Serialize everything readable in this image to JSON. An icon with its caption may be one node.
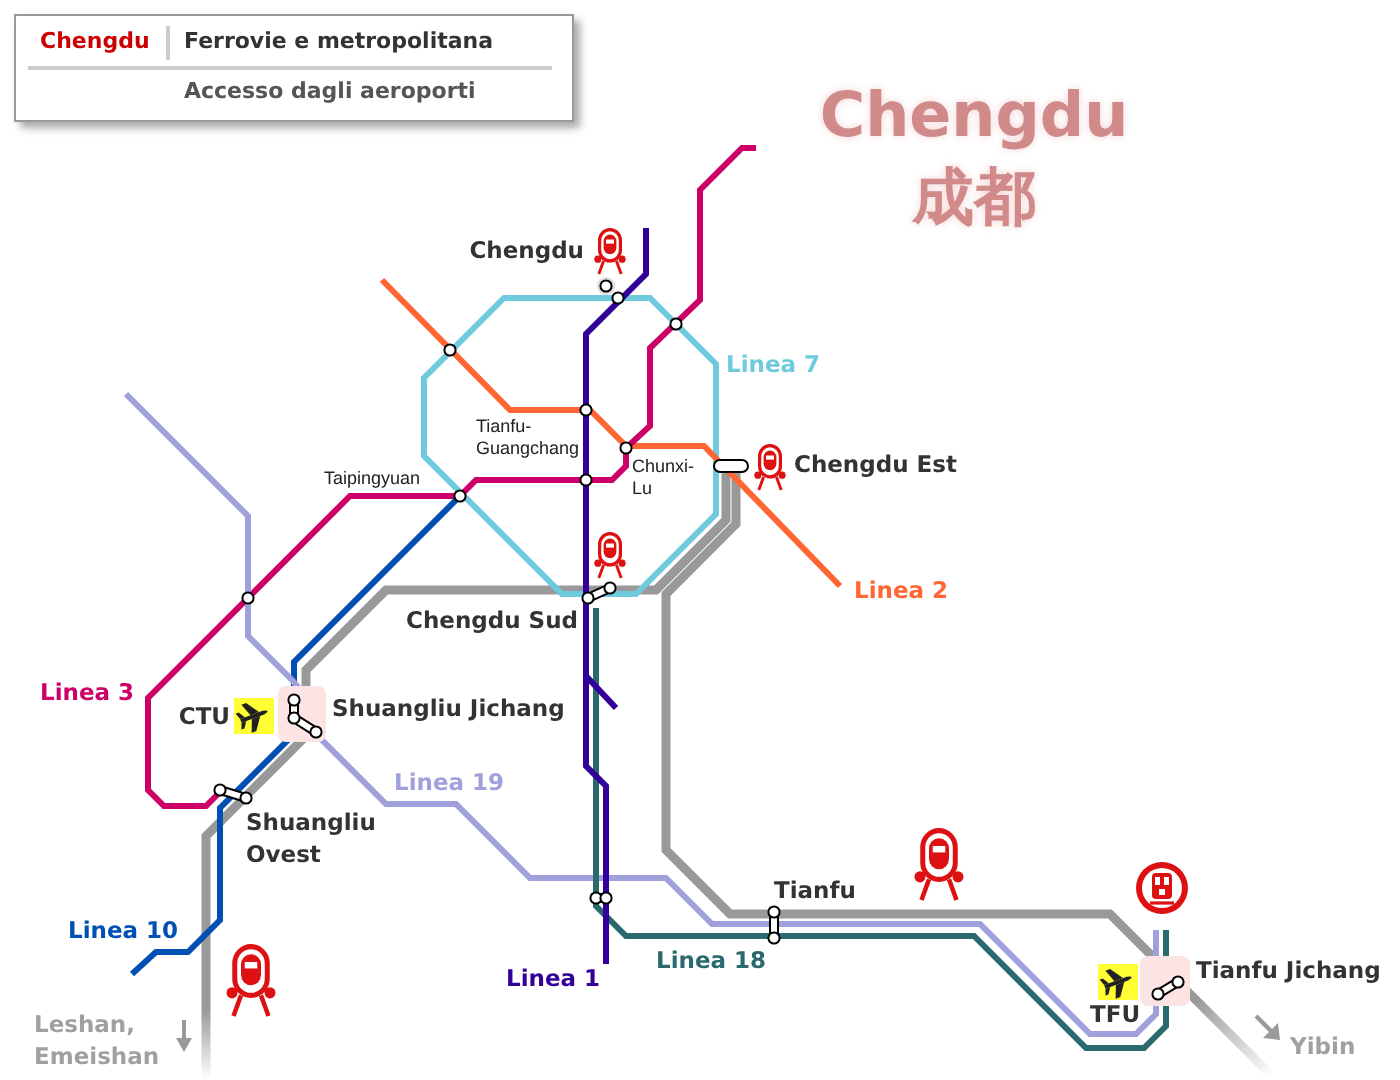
{
  "diagram": {
    "title": "Chengdu 成都",
    "nodes": [
      {
        "text": [
          "Chengdu",
          "Ferrovie e metropolitana",
          "Accesso dagli aeroporti"
        ]
      }
    ],
    "labels": [
      "Chengdu",
      "Linea 7",
      "Tianfu-Guangchang",
      "Chengdu Est",
      "Chunxi-Lu",
      "Taipingyuan",
      "Linea 2",
      "Chengdu Sud",
      "Linea 3",
      "Shuangliu Jichang",
      "CTU",
      "Linea 19",
      "Shuangliu Ovest",
      "Tianfu",
      "Linea 10",
      "Linea 18",
      "Tianfu Jichang",
      "Linea 1",
      "TFU",
      "Leshan, Emeishan",
      "Yibin"
    ]
  }
}
